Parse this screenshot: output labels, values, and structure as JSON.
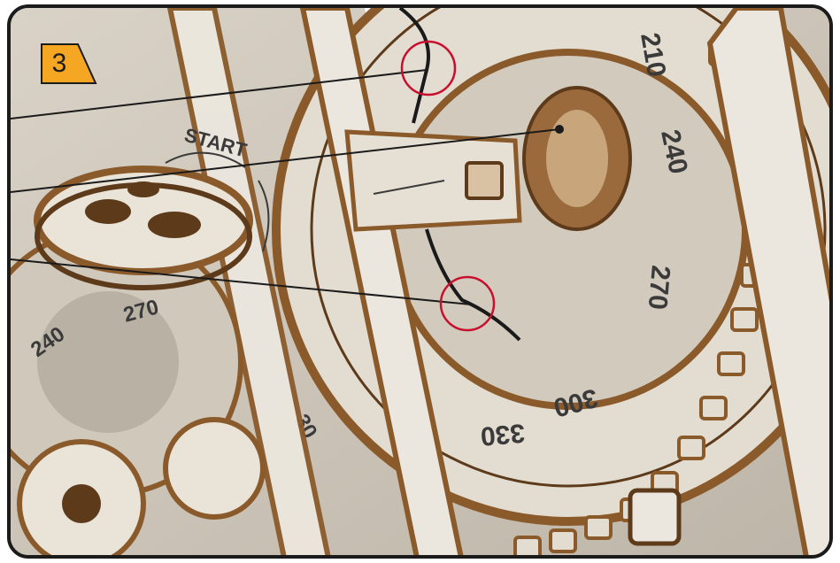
{
  "step": {
    "number": "3"
  },
  "gear_labels": {
    "start": "START",
    "big_gear": [
      "210",
      "240",
      "270",
      "300",
      "330"
    ],
    "left_gear": [
      "240",
      "270",
      "30"
    ]
  },
  "colors": {
    "frame_border": "#1b1b1b",
    "step_badge": "#f5a623",
    "highlight_circle": "#c8102e",
    "leader_line": "#1b1b1b",
    "plywood_face": "#e8e2d6",
    "plywood_edge": "#8a5a2b"
  },
  "highlights": [
    {
      "name": "string-loop-top"
    },
    {
      "name": "string-loop-bottom"
    }
  ]
}
